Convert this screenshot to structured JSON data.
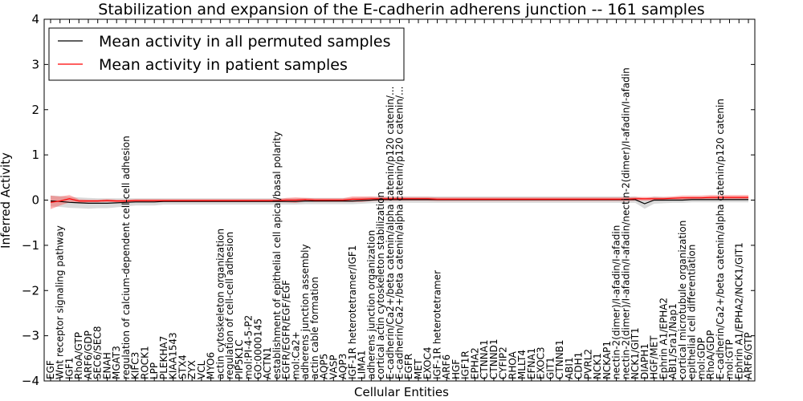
{
  "chart_data": {
    "type": "line",
    "title": "Stabilization and expansion of the E-cadherin adherens junction -- 161 samples",
    "xlabel": "Cellular Entities",
    "ylabel": "Inferred Activity",
    "ylim": [
      -4,
      4
    ],
    "yticks": [
      "−4",
      "−3",
      "−2",
      "−1",
      "0",
      "1",
      "2",
      "3",
      "4"
    ],
    "grid": false,
    "legend": {
      "placement": "top-left",
      "entries": [
        {
          "label": "Mean activity in all permuted samples",
          "color": "#000000"
        },
        {
          "label": "Mean activity in patient samples",
          "color": "#ff0000"
        }
      ]
    },
    "categories": [
      "EGF",
      "Wnt receptor signaling pathway",
      "IGF1",
      "RhoA/GTP",
      "ARF6/GDP",
      "SEC6/SEC8",
      "ENAH",
      "MGAT3",
      "regulation of calcium-dependent cell-cell adhesion",
      "KIFC3",
      "ROCK1",
      "LPP",
      "PLEKHA7",
      "KIAA1543",
      "STX4",
      "ZYX",
      "VCL",
      "MYO6",
      "actin cytoskeleton organization",
      "regulation of cell-cell adhesion",
      "PIP5K1C",
      "mol:PI-4-5-P2",
      "GO:0000145",
      "ACTN1",
      "establishment of epithelial cell apical/basal polarity",
      "EGFR/EGFR/EGF/EGF",
      "mol:Ca2+",
      "adherens junction assembly",
      "actin cable formation",
      "AQP5",
      "VASP",
      "AQP3",
      "IGF-1R heterotetramer/IGF1",
      "LIMA1",
      "adherens junction organization",
      "cortical actin cytoskeleton stabilization",
      "E-cadherin/Ca2+/beta catenin/alpha catenin/p120 catenin/...",
      "E-cadherin/Ca2+/beta catenin/alpha catenin/p120 catenin/...",
      "EGFR",
      "MET",
      "EXOC4",
      "IGF-1R heterotetramer",
      "ARF6",
      "HGF",
      "IGF1R",
      "EPHA2",
      "CTNNA1",
      "CTNND1",
      "CYFIP2",
      "RHOA",
      "MLLT4",
      "EFNA1",
      "EXOC3",
      "GIT1",
      "CTNNB1",
      "ABI1",
      "CDH1",
      "PVRL2",
      "NCK1",
      "NCKAP1",
      "nectin-2(dimer)/I-afadin/I-afadin",
      "nectin-2(dimer)/I-afadin/I-afadin/nectin-2(dimer)/I-afadin/I-afadin",
      "NCK1/GIT1",
      "DIAPH1",
      "HGF/MET",
      "Ephrin A1/EPHA2",
      "ABI1/Sra1/Nap1",
      "cortical microtubule organization",
      "epithelial cell differentiation",
      "mol:GDP",
      "RhoA/GDP",
      "E-cadherin/Ca2+/beta catenin/alpha catenin/p120 catenin",
      "mol:GTP",
      "Ephrin A1/EPHA2/NCK1/GIT1",
      "ARF6/GTP"
    ],
    "series": [
      {
        "name": "Mean activity in all permuted samples",
        "color": "#000000",
        "values": [
          -0.02,
          -0.03,
          -0.05,
          -0.06,
          -0.07,
          -0.07,
          -0.07,
          -0.06,
          -0.05,
          -0.04,
          -0.04,
          -0.04,
          -0.03,
          -0.03,
          -0.03,
          -0.03,
          -0.03,
          -0.03,
          -0.03,
          -0.03,
          -0.03,
          -0.03,
          -0.03,
          -0.03,
          -0.03,
          -0.03,
          -0.03,
          -0.02,
          -0.02,
          -0.02,
          -0.02,
          -0.02,
          -0.02,
          -0.01,
          0,
          0.01,
          0.01,
          0.01,
          0.01,
          0.01,
          0.01,
          0.01,
          0.01,
          0.01,
          0.01,
          0.01,
          0.01,
          0.01,
          0.01,
          0.01,
          0.01,
          0.01,
          0.01,
          0.01,
          0.01,
          0.01,
          0.01,
          0.01,
          0.01,
          0.01,
          0.01,
          0.01,
          0.01,
          -0.08,
          0,
          0,
          0,
          0,
          0.01,
          0.01,
          0.01,
          0.01,
          0.01,
          0.01,
          0.01
        ],
        "band": [
          0.12,
          0.12,
          0.12,
          0.12,
          0.12,
          0.11,
          0.11,
          0.1,
          0.09,
          0.08,
          0.08,
          0.08,
          0.07,
          0.07,
          0.07,
          0.07,
          0.07,
          0.07,
          0.07,
          0.07,
          0.07,
          0.07,
          0.07,
          0.07,
          0.07,
          0.07,
          0.07,
          0.07,
          0.07,
          0.07,
          0.07,
          0.07,
          0.07,
          0.07,
          0.07,
          0.07,
          0.07,
          0.07,
          0.07,
          0.07,
          0.07,
          0.07,
          0.07,
          0.07,
          0.07,
          0.07,
          0.07,
          0.07,
          0.07,
          0.07,
          0.07,
          0.07,
          0.07,
          0.07,
          0.07,
          0.07,
          0.07,
          0.07,
          0.07,
          0.07,
          0.07,
          0.07,
          0.07,
          0.11,
          0.08,
          0.07,
          0.06,
          0.06,
          0.06,
          0.06,
          0.06,
          0.06,
          0.06,
          0.06,
          0.06
        ]
      },
      {
        "name": "Mean activity in patient samples",
        "color": "#ff0000",
        "values": [
          -0.05,
          -0.02,
          0.03,
          -0.02,
          -0.02,
          -0.02,
          -0.01,
          -0.02,
          -0.02,
          -0.01,
          -0.01,
          -0.01,
          -0.01,
          -0.01,
          -0.01,
          -0.01,
          -0.01,
          -0.01,
          -0.01,
          -0.01,
          -0.01,
          -0.01,
          -0.01,
          -0.01,
          -0.01,
          0,
          0,
          0.01,
          0,
          0,
          0,
          0,
          0.02,
          0.02,
          0.03,
          0.03,
          0.03,
          0.03,
          0.03,
          0.03,
          0.03,
          0.02,
          0.02,
          0.02,
          0.02,
          0.02,
          0.02,
          0.02,
          0.02,
          0.02,
          0.02,
          0.02,
          0.02,
          0.02,
          0.02,
          0.02,
          0.02,
          0.02,
          0.02,
          0.02,
          0.02,
          0.02,
          0.03,
          0.03,
          0.03,
          0.03,
          0.04,
          0.05,
          0.05,
          0.05,
          0.06,
          0.06,
          0.06,
          0.06,
          0.06
        ],
        "band": [
          0.15,
          0.1,
          0.08,
          0.04,
          0.03,
          0.03,
          0.03,
          0.03,
          0.03,
          0.03,
          0.03,
          0.03,
          0.03,
          0.03,
          0.03,
          0.03,
          0.03,
          0.03,
          0.03,
          0.03,
          0.03,
          0.03,
          0.03,
          0.03,
          0.03,
          0.05,
          0.06,
          0.04,
          0.04,
          0.04,
          0.04,
          0.04,
          0.06,
          0.06,
          0.05,
          0.04,
          0.04,
          0.04,
          0.04,
          0.04,
          0.04,
          0.04,
          0.04,
          0.04,
          0.04,
          0.04,
          0.04,
          0.04,
          0.04,
          0.04,
          0.04,
          0.04,
          0.04,
          0.04,
          0.04,
          0.04,
          0.04,
          0.04,
          0.04,
          0.04,
          0.04,
          0.04,
          0.04,
          0.04,
          0.04,
          0.04,
          0.04,
          0.05,
          0.05,
          0.05,
          0.05,
          0.05,
          0.05,
          0.05,
          0.05
        ]
      }
    ]
  }
}
